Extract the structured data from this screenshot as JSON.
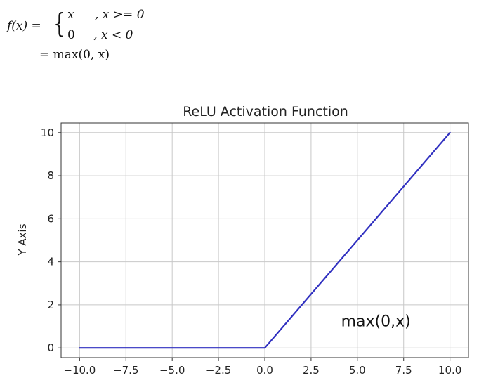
{
  "formula": {
    "lhs": "f(x) =",
    "case1_value": "x",
    "case1_condition": ", x >= 0",
    "case2_value": "0",
    "case2_condition": ", x < 0",
    "line2": "= max(0, x)"
  },
  "chart_data": {
    "type": "line",
    "title": "ReLU Activation Function",
    "xlabel": "",
    "ylabel": "Y Axis",
    "xlim": [
      -10,
      10
    ],
    "ylim": [
      0,
      10
    ],
    "grid": true,
    "x_ticks": [
      -10,
      -7.5,
      -5,
      -2.5,
      0,
      2.5,
      5,
      7.5,
      10
    ],
    "x_tick_labels": [
      "−10.0",
      "−7.5",
      "−5.0",
      "−2.5",
      "0.0",
      "2.5",
      "5.0",
      "7.5",
      "10.0"
    ],
    "y_ticks": [
      0,
      2,
      4,
      6,
      8,
      10
    ],
    "y_tick_labels": [
      "0",
      "2",
      "4",
      "6",
      "8",
      "10"
    ],
    "series": [
      {
        "color": "#3030c0",
        "x": [
          -10,
          0,
          10
        ],
        "y": [
          0,
          0,
          10
        ]
      }
    ],
    "annotations": [
      {
        "text": "max(0,x)",
        "x": 6.0,
        "y": 1.0
      }
    ]
  }
}
